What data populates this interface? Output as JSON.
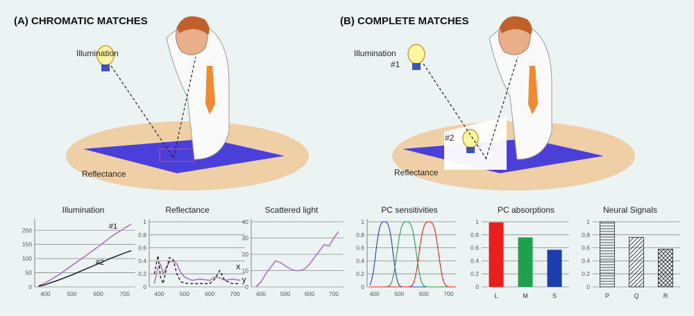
{
  "panels": {
    "a_title": "(A) CHROMATIC MATCHES",
    "b_title": "(B) COMPLETE MATCHES",
    "a_illumination": "Illumination",
    "a_reflectance": "Reflectance",
    "b_illumination": "Illumination",
    "b_illum_num": "#1",
    "b_num2": "#2",
    "b_reflectance": "Reflectance"
  },
  "colors": {
    "magenta": "#b070c0",
    "black": "#111111",
    "red": "#e8201c",
    "green": "#1fa04a",
    "blue": "#1c3fb0"
  },
  "chart_data": [
    {
      "type": "line",
      "title": "Illumination",
      "x": [
        375,
        400,
        450,
        500,
        550,
        600,
        650,
        700,
        725
      ],
      "series": [
        {
          "name": "#1",
          "values": [
            4,
            14,
            42,
            75,
            108,
            142,
            178,
            208,
            222
          ]
        },
        {
          "name": "#2",
          "values": [
            2,
            8,
            24,
            42,
            62,
            82,
            102,
            120,
            128
          ]
        }
      ],
      "xticks": [
        400,
        500,
        600,
        700
      ],
      "yticks": [
        0,
        50,
        100,
        150,
        200
      ],
      "xlim": [
        360,
        740
      ],
      "ylim": [
        0,
        230
      ]
    },
    {
      "type": "line",
      "title": "Reflectance",
      "x": [
        380,
        395,
        405,
        415,
        425,
        440,
        455,
        470,
        485,
        500,
        530,
        560,
        600,
        620,
        640,
        660,
        690,
        720
      ],
      "series": [
        {
          "name": "x",
          "values": [
            0.05,
            0.3,
            0.35,
            0.2,
            0.28,
            0.38,
            0.4,
            0.35,
            0.22,
            0.15,
            0.1,
            0.12,
            0.1,
            0.15,
            0.14,
            0.1,
            0.12,
            0.1
          ]
        },
        {
          "name": "y",
          "values": [
            0.2,
            0.48,
            0.15,
            0.05,
            0.22,
            0.45,
            0.42,
            0.2,
            0.08,
            0.06,
            0.05,
            0.05,
            0.05,
            0.12,
            0.25,
            0.1,
            0.05,
            0.05
          ]
        }
      ],
      "xticks": [
        400,
        500,
        600,
        700
      ],
      "yticks": [
        0,
        0.2,
        0.4,
        0.6,
        0.8,
        1.0
      ],
      "xlim": [
        360,
        740
      ],
      "ylim": [
        0,
        1.0
      ]
    },
    {
      "type": "line",
      "title": "Scattered light",
      "x": [
        380,
        400,
        420,
        440,
        460,
        480,
        500,
        520,
        540,
        560,
        580,
        600,
        620,
        640,
        660,
        680,
        700,
        720
      ],
      "series": [
        {
          "values": [
            0,
            3,
            8,
            12,
            16,
            15,
            13,
            11,
            10,
            10,
            11,
            14,
            18,
            22,
            26,
            25,
            30,
            34
          ]
        }
      ],
      "xticks": [
        400,
        500,
        600,
        700
      ],
      "yticks": [
        0,
        10,
        20,
        30,
        40
      ],
      "xlim": [
        360,
        740
      ],
      "ylim": [
        0,
        40
      ]
    },
    {
      "type": "line",
      "title": "PC sensitivities",
      "x_start": 380,
      "x_step": 5,
      "series": [
        {
          "color": "blue",
          "peak": 440,
          "width": 40
        },
        {
          "color": "green",
          "peak": 530,
          "width": 45
        },
        {
          "color": "red",
          "peak": 620,
          "width": 45
        }
      ],
      "xticks": [
        400,
        500,
        600,
        700
      ],
      "yticks": [
        0,
        0.2,
        0.4,
        0.6,
        0.8,
        1.0
      ],
      "xlim": [
        370,
        730
      ],
      "ylim": [
        0,
        1.0
      ]
    },
    {
      "type": "bar",
      "title": "PC absorptions",
      "categories": [
        "L",
        "M",
        "S"
      ],
      "values": [
        0.99,
        0.76,
        0.57
      ],
      "yticks": [
        0,
        0.2,
        0.4,
        0.6,
        0.8,
        1.0
      ],
      "ylim": [
        0,
        1.0
      ]
    },
    {
      "type": "bar",
      "title": "Neural Signals",
      "categories": [
        "P",
        "Q",
        "R"
      ],
      "values": [
        1.0,
        0.76,
        0.58
      ],
      "yticks": [
        0,
        0.2,
        0.4,
        0.6,
        0.8,
        1.0
      ],
      "ylim": [
        0,
        1.0
      ]
    }
  ]
}
